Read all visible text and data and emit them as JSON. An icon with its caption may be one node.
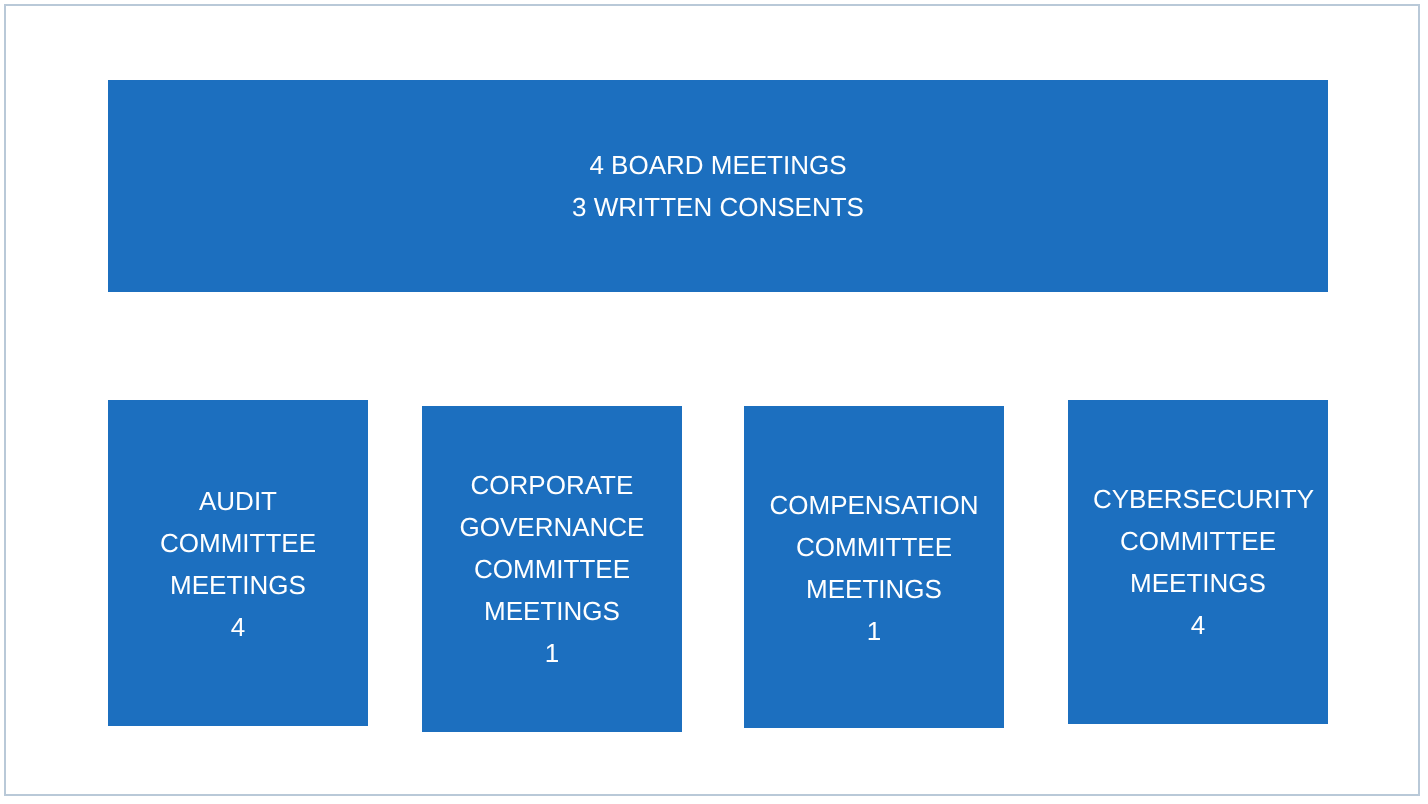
{
  "diagram": {
    "nodes": [
      {
        "text": [
          "4 BOARD MEETINGS",
          "3 WRITTEN CONSENTS"
        ]
      },
      {
        "text": [
          "AUDIT COMMITTEE MEETINGS",
          "4"
        ]
      },
      {
        "text": [
          "CORPORATE GOVERNANCE COMMITTEE MEETINGS",
          "1"
        ]
      },
      {
        "text": [
          "COMPENSATION COMMITTEE MEETINGS",
          "1"
        ]
      },
      {
        "text": [
          "CYBERSECURITY COMMITTEE MEETINGS",
          "4"
        ]
      }
    ]
  }
}
